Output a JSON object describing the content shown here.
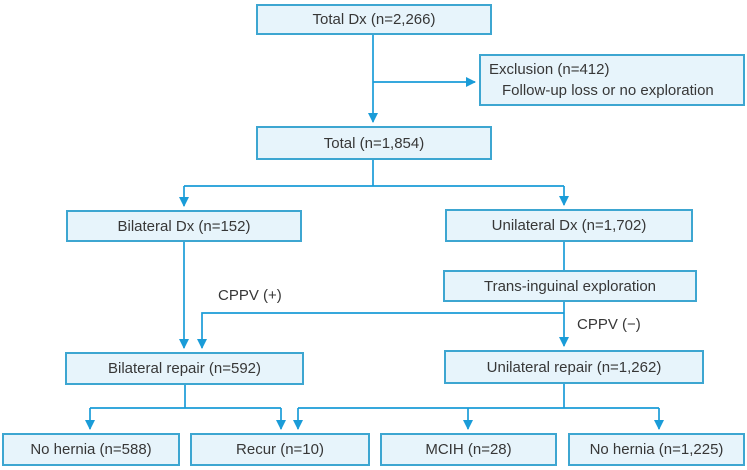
{
  "figure": {
    "type": "flowchart",
    "colors": {
      "box_border": "#3da6d1",
      "box_fill": "#e7f4fb",
      "line": "#1a9cd8",
      "text": "#373737",
      "bg": "#ffffff"
    },
    "nodes": {
      "total_dx": "Total Dx (n=2,266)",
      "exclusion_line1": "Exclusion (n=412)",
      "exclusion_line2": "Follow-up loss or no exploration",
      "total": "Total (n=1,854)",
      "bilateral_dx": "Bilateral Dx (n=152)",
      "unilateral_dx": "Unilateral Dx (n=1,702)",
      "trans_inguinal": "Trans-inguinal exploration",
      "bilateral_repair": "Bilateral repair (n=592)",
      "unilateral_repair": "Unilateral repair (n=1,262)",
      "no_hernia_bilateral": "No hernia (n=588)",
      "recur": "Recur (n=10)",
      "mcih": "MCIH (n=28)",
      "no_hernia_unilateral": "No hernia (n=1,225)"
    },
    "edge_labels": {
      "cppv_positive": "CPPV (+)",
      "cppv_negative": "CPPV (−)"
    }
  }
}
